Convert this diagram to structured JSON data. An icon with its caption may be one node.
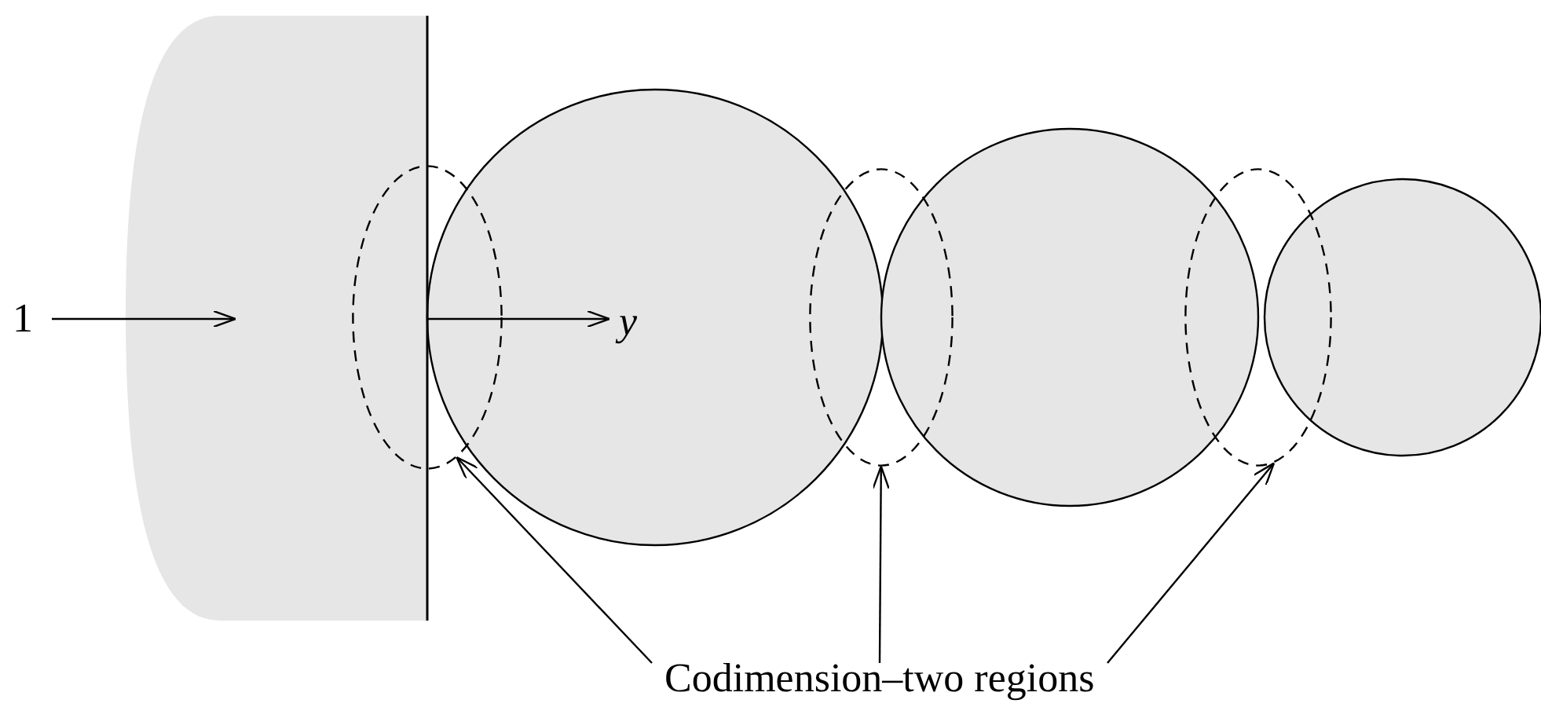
{
  "diagram": {
    "nodes": [
      {
        "text": [],
        "shape": "ellipse"
      },
      {
        "text": [],
        "shape": "ellipse"
      },
      {
        "text": [],
        "shape": "ellipse"
      },
      {
        "text": [
          "Codimension–two regions"
        ]
      }
    ],
    "edges": [
      {
        "from": 3,
        "to": 0,
        "arrow": "to"
      },
      {
        "from": 3,
        "to": 1,
        "arrow": "to"
      },
      {
        "from": 3,
        "to": 2,
        "arrow": "to"
      }
    ],
    "labels": [
      "1",
      "y"
    ]
  }
}
